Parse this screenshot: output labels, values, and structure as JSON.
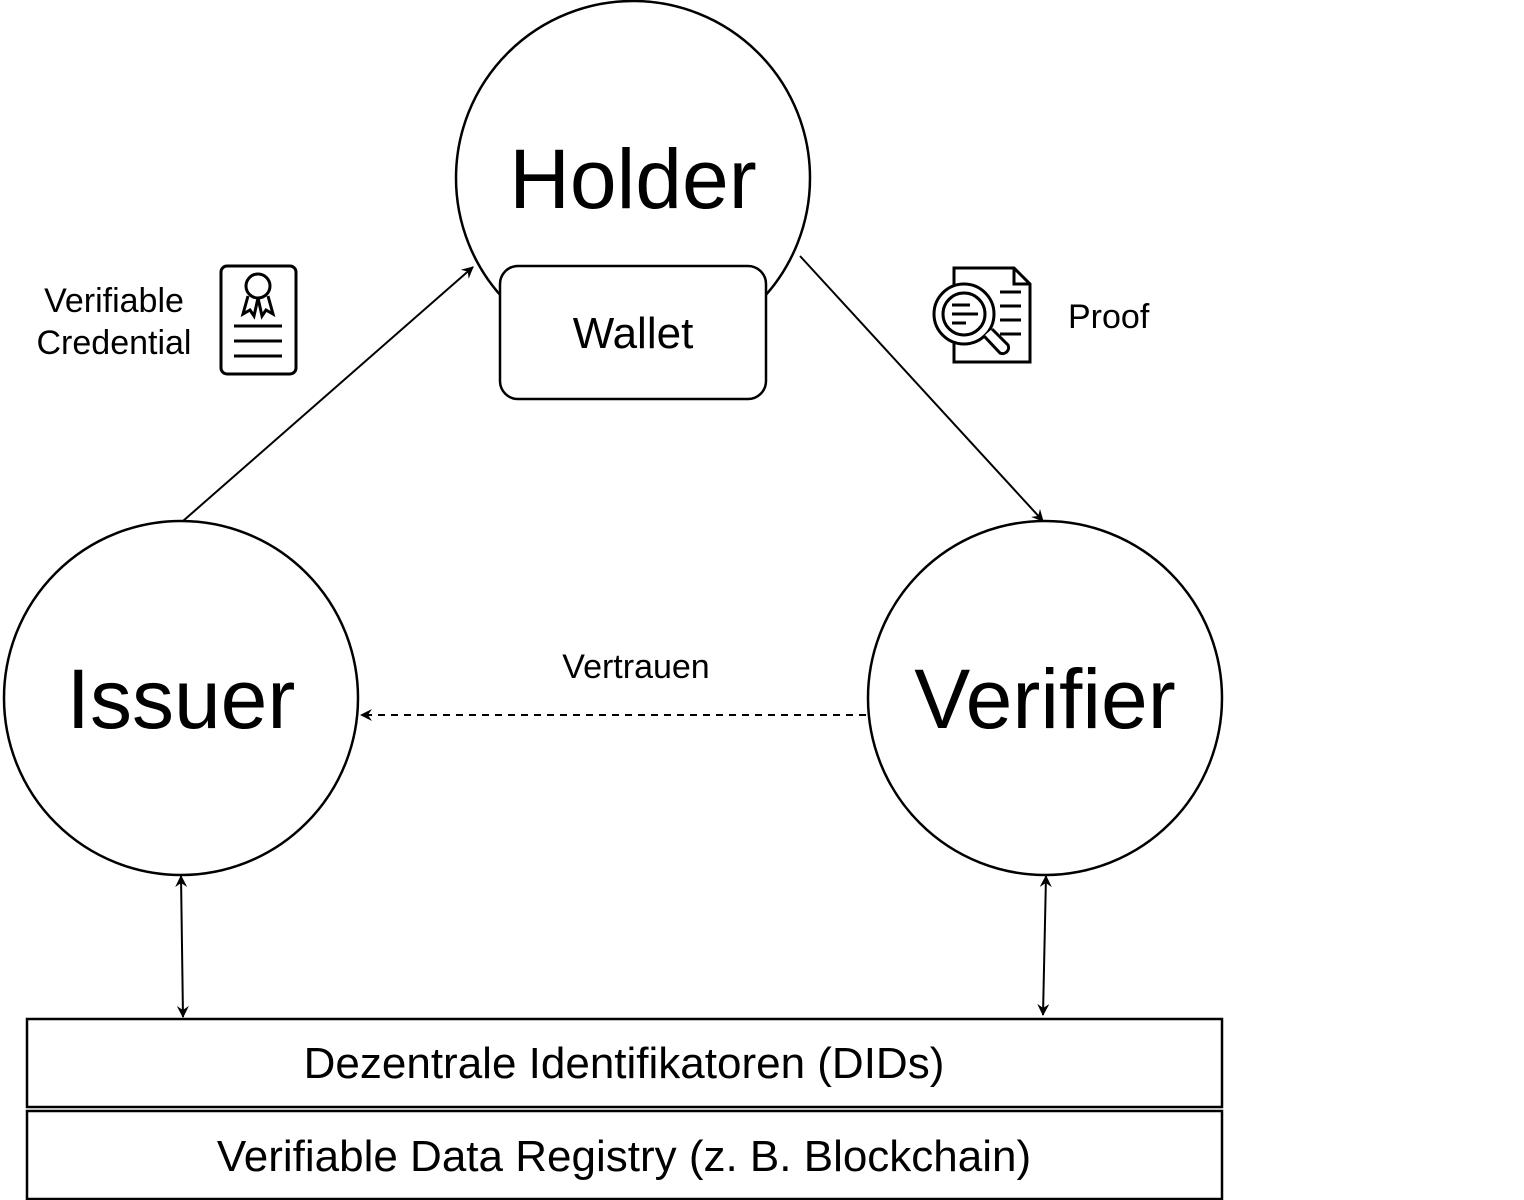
{
  "nodes": {
    "holder": "Holder",
    "wallet": "Wallet",
    "issuer": "Issuer",
    "verifier": "Verifier"
  },
  "edges": {
    "issuer_to_holder": {
      "label_line1": "Verifiable",
      "label_line2": "Credential"
    },
    "holder_to_verifier": {
      "label": "Proof"
    },
    "verifier_to_issuer": {
      "label": "Vertrauen"
    }
  },
  "layers": {
    "dids": "Dezentrale Identifikatoren (DIDs)",
    "registry": "Verifiable Data Registry (z. B. Blockchain)"
  },
  "icons": {
    "credential": "certificate-icon",
    "proof": "document-search-icon"
  },
  "colors": {
    "stroke": "#000000",
    "background": "#ffffff"
  }
}
